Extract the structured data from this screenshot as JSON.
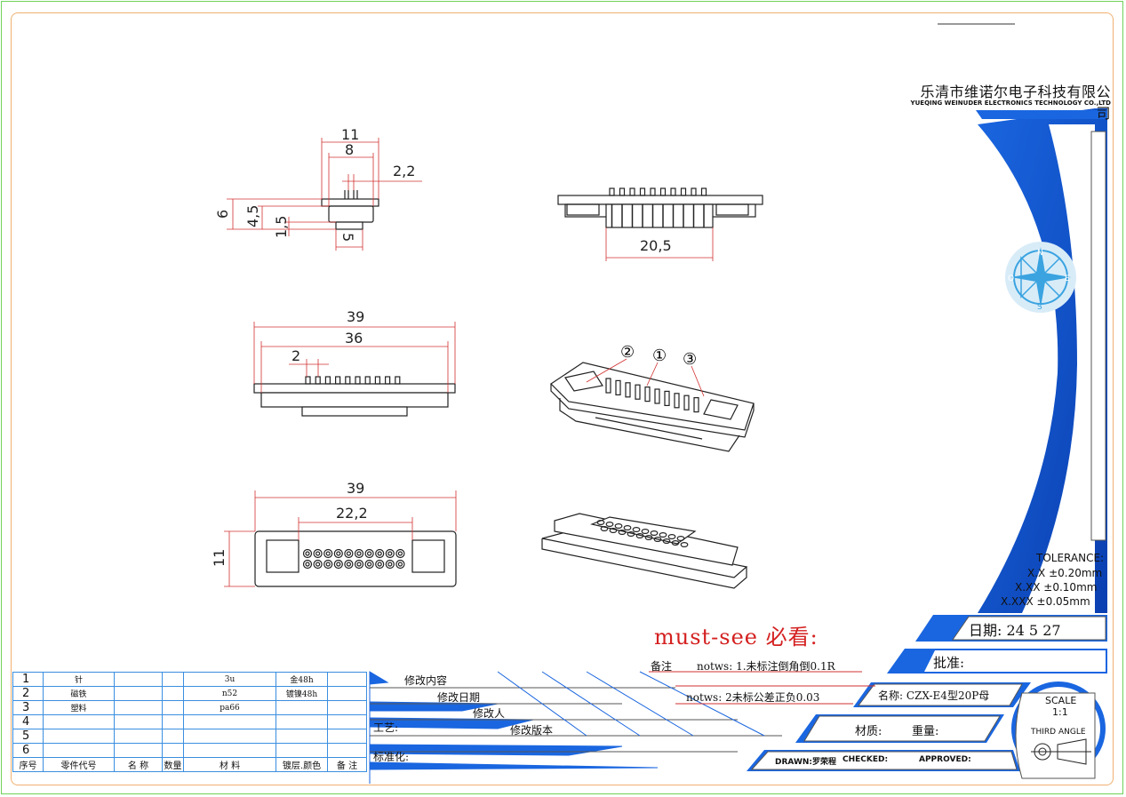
{
  "company": {
    "name_cn": "乐清市维诺尔电子科技有限公司",
    "name_en": "YUEQING WEINUDER ELECTRONICS TECHNOLOGY CO.,LTD"
  },
  "compass": {
    "n": "N",
    "s": "S",
    "e": "E",
    "o": "O"
  },
  "tolerance": {
    "title": "TOLERANCE:",
    "lines": [
      "X.X  ±0.20mm",
      "X.XX  ±0.10mm",
      "X.XXX  ±0.05mm"
    ]
  },
  "title_block": {
    "date": "日期:  24  5  27",
    "approve": "批准:",
    "name": "名称: CZX-E4型20P母",
    "material": "材质:",
    "weight": "重量:",
    "scale_label": "SCALE",
    "scale_value": "1:1",
    "projection": "THIRD ANGLE",
    "drawn": "DRAWN:罗荣程",
    "checked": "CHECKED:",
    "approved": "APPROVED:"
  },
  "must_see": "must-see 必看:",
  "notes": {
    "label": "备注",
    "note1": "notws: 1.未标注倒角倒0.1R",
    "note2": "notws: 2未标公差正负0.03"
  },
  "revision": {
    "content": "修改内容",
    "date": "修改日期",
    "person": "修改人",
    "version": "修改版本",
    "process": "工艺:",
    "standard": "标准化:"
  },
  "dimensions": {
    "side_11": "11",
    "side_8": "8",
    "side_2_2": "2,2",
    "side_6": "6",
    "side_4_5": "4,5",
    "side_1_5": "1,5",
    "side_5": "5",
    "front_20_5": "20,5",
    "top_39": "39",
    "top_36": "36",
    "top_2": "2",
    "plan_39": "39",
    "plan_22_2": "22,2",
    "plan_11": "11"
  },
  "callouts": [
    "②",
    "①",
    "③"
  ],
  "bom": {
    "rows": [
      {
        "no": "1",
        "code": "针",
        "name": "",
        "qty": "",
        "material": "3u",
        "plating": "金48h",
        "remark": ""
      },
      {
        "no": "2",
        "code": "磁铁",
        "name": "",
        "qty": "",
        "material": "n52",
        "plating": "镀镍48h",
        "remark": ""
      },
      {
        "no": "3",
        "code": "塑料",
        "name": "",
        "qty": "",
        "material": "pa66",
        "plating": "",
        "remark": ""
      },
      {
        "no": "4",
        "code": "",
        "name": "",
        "qty": "",
        "material": "",
        "plating": "",
        "remark": ""
      },
      {
        "no": "5",
        "code": "",
        "name": "",
        "qty": "",
        "material": "",
        "plating": "",
        "remark": ""
      },
      {
        "no": "6",
        "code": "",
        "name": "",
        "qty": "",
        "material": "",
        "plating": "",
        "remark": ""
      }
    ],
    "header": {
      "no": "序号",
      "code": "零件代号",
      "name": "名 称",
      "qty": "数量",
      "material": "材  料",
      "plating": "镀层.颜色",
      "remark": "备 注"
    }
  },
  "colors": {
    "accent": "#1f6fe0",
    "dim": "#d23030",
    "border": "#3a8ee0",
    "warn": "#d42020"
  }
}
